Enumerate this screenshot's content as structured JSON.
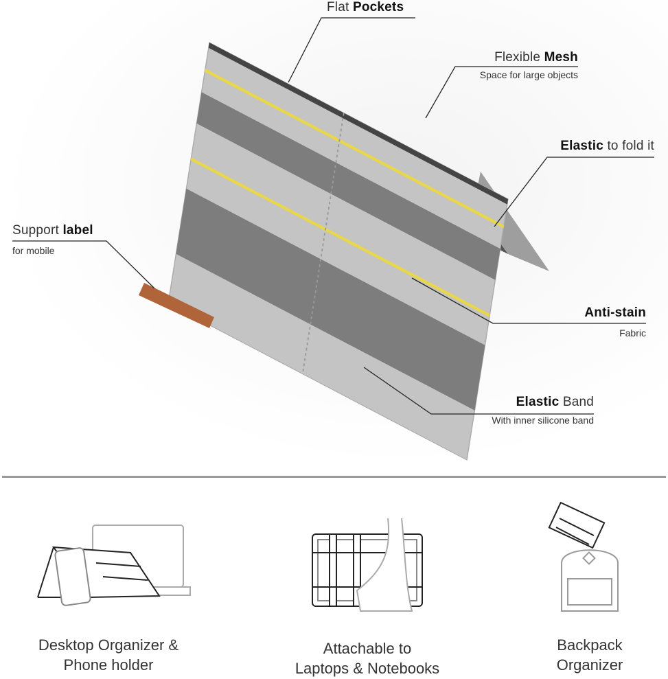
{
  "callouts": {
    "flat_pockets": {
      "normal": "Flat ",
      "bold": "Pockets"
    },
    "flexible_mesh": {
      "normal": "Flexible ",
      "bold": "Mesh",
      "sub": "Space for large objects"
    },
    "elastic_fold": {
      "bold": "Elastic",
      "normal": " to fold it"
    },
    "support_label": {
      "normal": "Support ",
      "bold": "label",
      "sub": "for mobile"
    },
    "anti_stain": {
      "bold": "Anti-stain",
      "sub": "Fabric"
    },
    "elastic_band": {
      "bold": "Elastic",
      "normal": " Band",
      "sub": "With inner silicone band"
    }
  },
  "uses": [
    {
      "line1": "Desktop Organizer &",
      "line2": "Phone holder"
    },
    {
      "line1": "Attachable to",
      "line2": "Laptops & Notebooks"
    },
    {
      "line1": "Backpack",
      "line2": "Organizer"
    }
  ],
  "colors": {
    "fabric": "#bdbdbd",
    "band": "#7d7d7d",
    "stripe": "#e8d74a",
    "leather": "#b0643a",
    "divider": "#9a9a9a"
  }
}
